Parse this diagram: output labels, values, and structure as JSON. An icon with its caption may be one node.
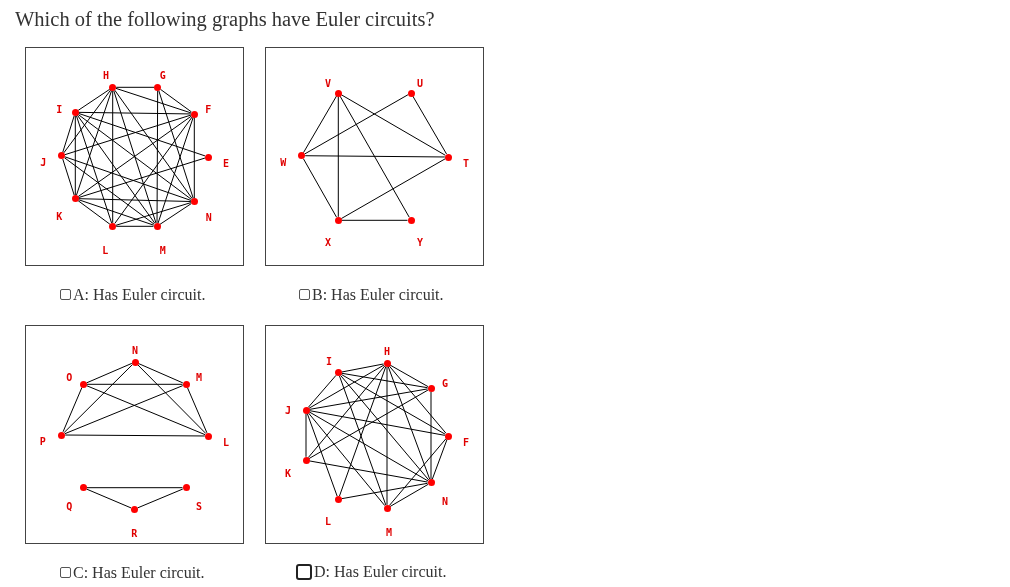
{
  "diagram": {
    "title": "Which of the following graphs have Euler circuits?",
    "nodes": [
      {
        "text": [],
        "shape": "box"
      },
      {
        "text": [],
        "shape": "circle",
        "beside": [
          "H"
        ],
        "in": 0
      },
      {
        "text": [],
        "shape": "circle",
        "beside": [
          "G"
        ],
        "in": 0
      },
      {
        "text": [],
        "shape": "circle",
        "beside": [
          "I"
        ],
        "in": 0
      },
      {
        "text": [],
        "shape": "circle",
        "beside": [
          "F"
        ],
        "in": 0
      },
      {
        "text": [],
        "shape": "circle",
        "beside": [
          "J"
        ],
        "in": 0
      },
      {
        "text": [],
        "shape": "circle",
        "beside": [
          "E"
        ],
        "in": 0
      },
      {
        "text": [],
        "shape": "circle",
        "beside": [
          "K"
        ],
        "in": 0
      },
      {
        "text": [],
        "shape": "circle",
        "beside": [
          "N"
        ],
        "in": 0
      },
      {
        "text": [],
        "shape": "circle",
        "beside": [
          "L"
        ],
        "in": 0
      },
      {
        "text": [],
        "shape": "circle",
        "beside": [
          "M"
        ],
        "in": 0
      },
      {
        "text": [],
        "shape": "box"
      },
      {
        "text": [],
        "shape": "circle",
        "beside": [
          "V"
        ],
        "in": 11
      },
      {
        "text": [],
        "shape": "circle",
        "beside": [
          "U"
        ],
        "in": 11
      },
      {
        "text": [],
        "shape": "circle",
        "beside": [
          "W"
        ],
        "in": 11
      },
      {
        "text": [],
        "shape": "circle",
        "beside": [
          "T"
        ],
        "in": 11
      },
      {
        "text": [],
        "shape": "circle",
        "beside": [
          "X"
        ],
        "in": 11
      },
      {
        "text": [],
        "shape": "circle",
        "beside": [
          "Y"
        ],
        "in": 11
      },
      {
        "text": [],
        "shape": "box"
      },
      {
        "text": [],
        "shape": "circle",
        "beside": [
          "N"
        ],
        "in": 18
      },
      {
        "text": [],
        "shape": "circle",
        "beside": [
          "O"
        ],
        "in": 18
      },
      {
        "text": [],
        "shape": "circle",
        "beside": [
          "M"
        ],
        "in": 18
      },
      {
        "text": [],
        "shape": "circle",
        "beside": [
          "P"
        ],
        "in": 18
      },
      {
        "text": [],
        "shape": "circle",
        "beside": [
          "L"
        ],
        "in": 18
      },
      {
        "text": [],
        "shape": "circle",
        "beside": [
          "Q"
        ],
        "in": 18
      },
      {
        "text": [],
        "shape": "circle",
        "beside": [
          "S"
        ],
        "in": 18
      },
      {
        "text": [],
        "shape": "circle",
        "beside": [
          "R"
        ],
        "in": 18
      },
      {
        "text": [],
        "shape": "box"
      },
      {
        "text": [],
        "shape": "circle",
        "beside": [
          "H"
        ],
        "in": 27
      },
      {
        "text": [],
        "shape": "circle",
        "beside": [
          "I"
        ],
        "in": 27
      },
      {
        "text": [],
        "shape": "circle",
        "beside": [
          "G"
        ],
        "in": 27
      },
      {
        "text": [],
        "shape": "circle",
        "beside": [
          "J"
        ],
        "in": 27
      },
      {
        "text": [],
        "shape": "circle",
        "beside": [
          "F"
        ],
        "in": 27
      },
      {
        "text": [],
        "shape": "circle",
        "beside": [
          "K"
        ],
        "in": 27
      },
      {
        "text": [],
        "shape": "circle",
        "beside": [
          "N"
        ],
        "in": 27
      },
      {
        "text": [],
        "shape": "circle",
        "beside": [
          "L"
        ],
        "in": 27
      },
      {
        "text": [],
        "shape": "circle",
        "beside": [
          "M"
        ],
        "in": 27
      }
    ],
    "edges": [
      {
        "from": 1,
        "to": 2,
        "arrow": "none"
      },
      {
        "from": 1,
        "to": 4,
        "arrow": "none"
      },
      {
        "from": 1,
        "to": 3,
        "arrow": "none"
      },
      {
        "from": 1,
        "to": 5,
        "arrow": "none"
      },
      {
        "from": 1,
        "to": 7,
        "arrow": "none"
      },
      {
        "from": 1,
        "to": 9,
        "arrow": "none"
      },
      {
        "from": 1,
        "to": 10,
        "arrow": "none"
      },
      {
        "from": 1,
        "to": 8,
        "arrow": "none"
      },
      {
        "from": 2,
        "to": 4,
        "arrow": "none"
      },
      {
        "from": 2,
        "to": 10,
        "arrow": "none"
      },
      {
        "from": 2,
        "to": 8,
        "arrow": "none"
      },
      {
        "from": 3,
        "to": 4,
        "arrow": "none"
      },
      {
        "from": 4,
        "to": 5,
        "arrow": "none"
      },
      {
        "from": 4,
        "to": 7,
        "arrow": "none"
      },
      {
        "from": 4,
        "to": 9,
        "arrow": "none"
      },
      {
        "from": 4,
        "to": 8,
        "arrow": "none"
      },
      {
        "from": 4,
        "to": 10,
        "arrow": "none"
      },
      {
        "from": 3,
        "to": 6,
        "arrow": "none"
      },
      {
        "from": 6,
        "to": 7,
        "arrow": "none"
      },
      {
        "from": 3,
        "to": 8,
        "arrow": "none"
      },
      {
        "from": 5,
        "to": 8,
        "arrow": "none"
      },
      {
        "from": 7,
        "to": 8,
        "arrow": "none"
      },
      {
        "from": 8,
        "to": 10,
        "arrow": "none"
      },
      {
        "from": 9,
        "to": 8,
        "arrow": "none"
      },
      {
        "from": 9,
        "to": 10,
        "arrow": "none"
      },
      {
        "from": 3,
        "to": 10,
        "arrow": "none"
      },
      {
        "from": 5,
        "to": 10,
        "arrow": "none"
      },
      {
        "from": 7,
        "to": 10,
        "arrow": "none"
      },
      {
        "from": 7,
        "to": 9,
        "arrow": "none"
      },
      {
        "from": 3,
        "to": 9,
        "arrow": "none"
      },
      {
        "from": 3,
        "to": 7,
        "arrow": "none"
      },
      {
        "from": 5,
        "to": 7,
        "arrow": "none"
      },
      {
        "from": 3,
        "to": 5,
        "arrow": "none"
      },
      {
        "from": 12,
        "to": 14,
        "arrow": "none"
      },
      {
        "from": 12,
        "to": 16,
        "arrow": "none"
      },
      {
        "from": 12,
        "to": 15,
        "arrow": "none"
      },
      {
        "from": 12,
        "to": 17,
        "arrow": "none"
      },
      {
        "from": 13,
        "to": 14,
        "arrow": "none"
      },
      {
        "from": 14,
        "to": 15,
        "arrow": "none"
      },
      {
        "from": 14,
        "to": 16,
        "arrow": "none"
      },
      {
        "from": 16,
        "to": 15,
        "arrow": "none"
      },
      {
        "from": 16,
        "to": 17,
        "arrow": "none"
      },
      {
        "from": 13,
        "to": 15,
        "arrow": "none"
      },
      {
        "from": 19,
        "to": 20,
        "arrow": "none"
      },
      {
        "from": 19,
        "to": 21,
        "arrow": "none"
      },
      {
        "from": 19,
        "to": 22,
        "arrow": "none"
      },
      {
        "from": 19,
        "to": 23,
        "arrow": "none"
      },
      {
        "from": 20,
        "to": 21,
        "arrow": "none"
      },
      {
        "from": 20,
        "to": 22,
        "arrow": "none"
      },
      {
        "from": 20,
        "to": 23,
        "arrow": "none"
      },
      {
        "from": 21,
        "to": 22,
        "arrow": "none"
      },
      {
        "from": 21,
        "to": 23,
        "arrow": "none"
      },
      {
        "from": 22,
        "to": 23,
        "arrow": "none"
      },
      {
        "from": 24,
        "to": 25,
        "arrow": "none"
      },
      {
        "from": 24,
        "to": 26,
        "arrow": "none"
      },
      {
        "from": 26,
        "to": 25,
        "arrow": "none"
      },
      {
        "from": 29,
        "to": 28,
        "arrow": "none"
      },
      {
        "from": 29,
        "to": 30,
        "arrow": "none"
      },
      {
        "from": 29,
        "to": 31,
        "arrow": "none"
      },
      {
        "from": 29,
        "to": 32,
        "arrow": "none"
      },
      {
        "from": 29,
        "to": 34,
        "arrow": "none"
      },
      {
        "from": 29,
        "to": 36,
        "arrow": "none"
      },
      {
        "from": 28,
        "to": 31,
        "arrow": "none"
      },
      {
        "from": 28,
        "to": 33,
        "arrow": "none"
      },
      {
        "from": 28,
        "to": 35,
        "arrow": "none"
      },
      {
        "from": 28,
        "to": 36,
        "arrow": "none"
      },
      {
        "from": 28,
        "to": 30,
        "arrow": "none"
      },
      {
        "from": 28,
        "to": 32,
        "arrow": "none"
      },
      {
        "from": 28,
        "to": 34,
        "arrow": "none"
      },
      {
        "from": 30,
        "to": 31,
        "arrow": "none"
      },
      {
        "from": 30,
        "to": 33,
        "arrow": "none"
      },
      {
        "from": 30,
        "to": 34,
        "arrow": "none"
      },
      {
        "from": 31,
        "to": 32,
        "arrow": "none"
      },
      {
        "from": 31,
        "to": 34,
        "arrow": "none"
      },
      {
        "from": 31,
        "to": 36,
        "arrow": "none"
      },
      {
        "from": 31,
        "to": 33,
        "arrow": "none"
      },
      {
        "from": 31,
        "to": 35,
        "arrow": "none"
      },
      {
        "from": 33,
        "to": 34,
        "arrow": "none"
      },
      {
        "from": 35,
        "to": 34,
        "arrow": "none"
      },
      {
        "from": 36,
        "to": 34,
        "arrow": "none"
      },
      {
        "from": 36,
        "to": 32,
        "arrow": "none"
      },
      {
        "from": 32,
        "to": 34,
        "arrow": "none"
      }
    ],
    "labels": [
      "A: Has Euler circuit.",
      "B: Has Euler circuit.",
      "C: Has Euler circuit.",
      "D: Has Euler circuit."
    ]
  }
}
